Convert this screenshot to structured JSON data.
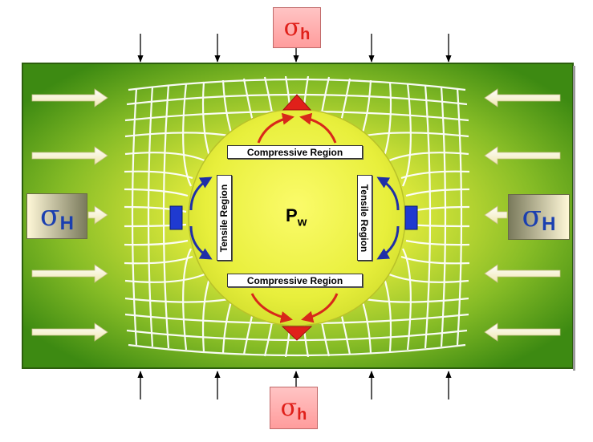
{
  "labels": {
    "sigma_h_symbol": "σ",
    "sigma_h_sub": "h",
    "sigma_H_symbol": "σ",
    "sigma_H_sub": "H",
    "compressive_top": "Compressive Region",
    "compressive_bottom": "Compressive Region",
    "tensile_left": "Tensile Region",
    "tensile_right": "Tensile Region",
    "pw_symbol": "P",
    "pw_sub": "w"
  },
  "colors": {
    "slab_edge": "#3f8a12",
    "slab_center": "#f2f34a",
    "arrow_cream": "#fbf8d0",
    "curved_arrow_red": "#d8281a",
    "curved_arrow_blue": "#1f2fa8",
    "marker_blue": "#1f3ad0",
    "marker_red": "#e0201a"
  }
}
